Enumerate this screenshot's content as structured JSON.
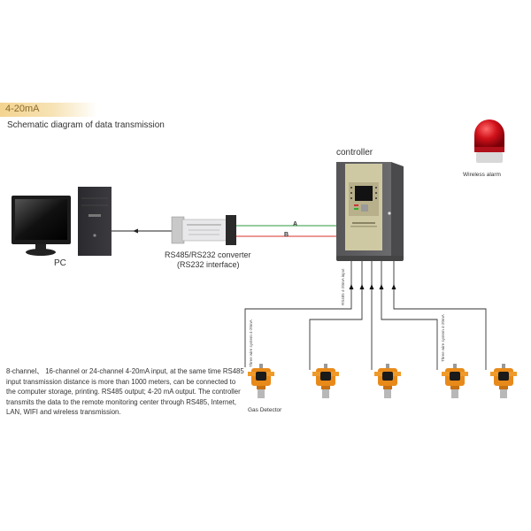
{
  "header": {
    "badge": "4-20mA",
    "title": "Schematic diagram of data transmission"
  },
  "devices": {
    "pc": {
      "label": "PC",
      "icon": "desktop-computer-icon"
    },
    "converter": {
      "label_line1": "RS485/RS232 converter",
      "label_line2": "(RS232 interface)",
      "icon": "serial-converter-icon"
    },
    "controller": {
      "label": "controller",
      "icon": "gas-controller-icon"
    },
    "alarm": {
      "label": "Wireless alarm",
      "icon": "red-beacon-icon"
    },
    "gas_detector": {
      "label": "Gas Detector",
      "icon": "gas-detector-icon",
      "count": 5
    }
  },
  "wires": {
    "line_a": {
      "label": "A",
      "color": "#2e9a3c"
    },
    "line_b": {
      "label": "B",
      "color": "#d9322e"
    },
    "signal_label": "Three wire system 4-20mA",
    "input_label": "RS485 4-20mA input"
  },
  "description": "8-channel、 16-channel or 24-channel 4-20mA input, at the same time RS485 input transmission distance is more than 1000 meters, can be connected to the computer storage, printing. RS485 output; 4-20 mA output. The controller transmits the data to the remote monitoring center through RS485, Internet, LAN, WIFI and wireless transmission."
}
